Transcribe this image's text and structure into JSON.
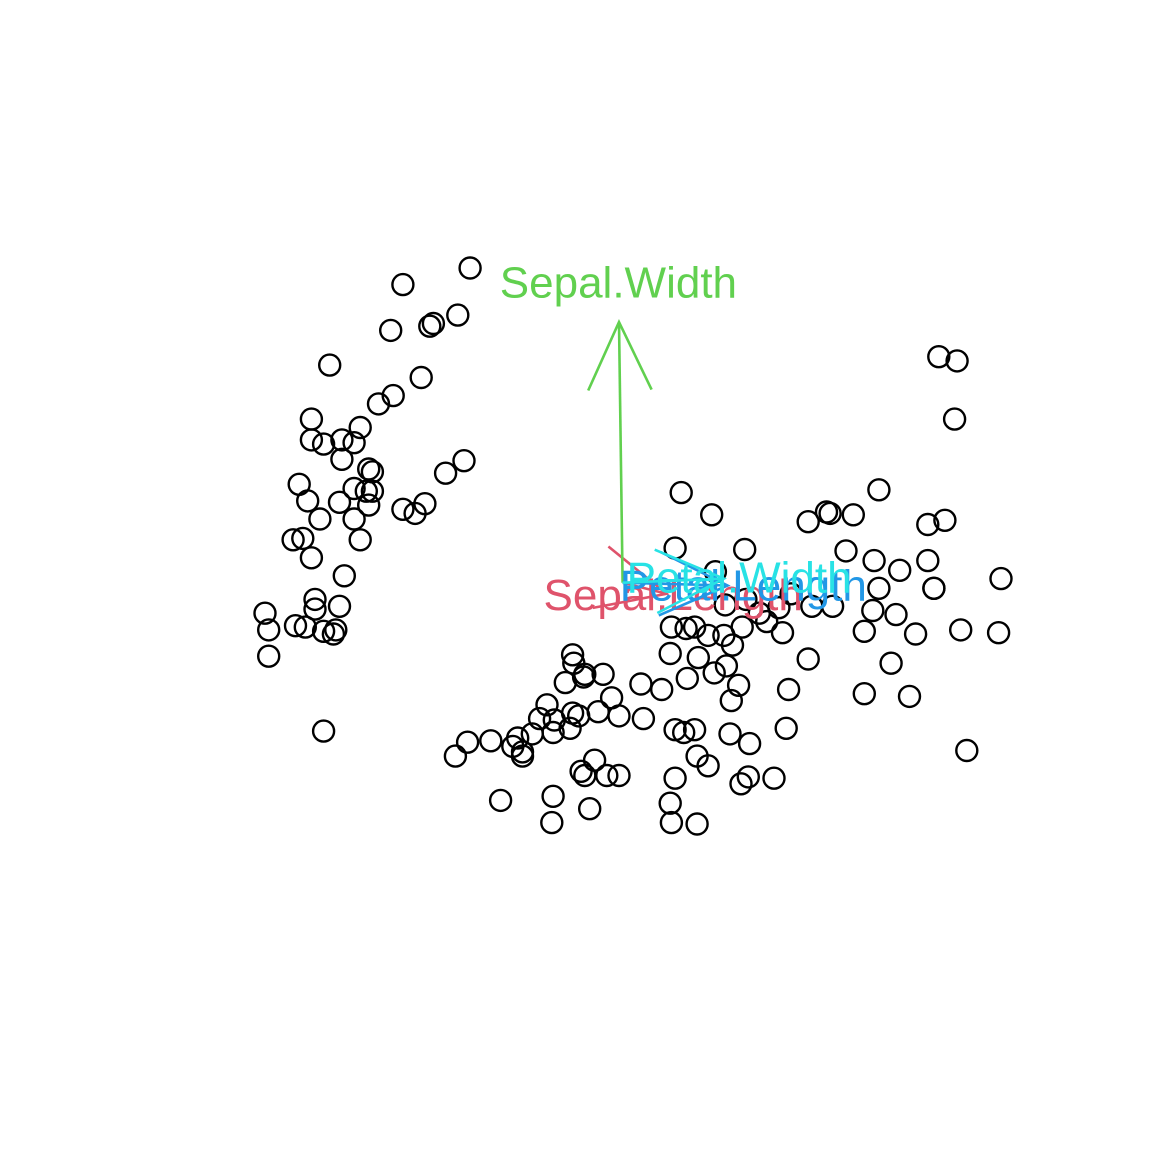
{
  "chart_data": {
    "type": "scatter",
    "title": "",
    "xlabel": "",
    "ylabel": "",
    "xlim": [
      -3.0,
      3.0
    ],
    "ylim": [
      -3.0,
      3.0
    ],
    "grid": false,
    "axes_visible": false,
    "point_color": "#000000",
    "points": [
      [
        -2.93,
        -0.22
      ],
      [
        -2.4,
        1.57
      ],
      [
        -2.15,
        0.31
      ],
      [
        -2.6,
        -0.32
      ],
      [
        -2.1,
        0.66
      ],
      [
        -2.9,
        -0.34
      ],
      [
        -2.7,
        0.31
      ],
      [
        -1.8,
        2.15
      ],
      [
        -1.9,
        1.82
      ],
      [
        -1.65,
        1.48
      ],
      [
        -2.55,
        1.18
      ],
      [
        -2.2,
        0.46
      ],
      [
        -1.8,
        0.53
      ],
      [
        -2.15,
        1.12
      ],
      [
        -2.2,
        1.01
      ],
      [
        -2.48,
        0.46
      ],
      [
        -2.3,
        0.89
      ],
      [
        -1.25,
        2.27
      ],
      [
        -1.55,
        1.87
      ],
      [
        -1.35,
        1.93
      ],
      [
        -2.0,
        1.29
      ],
      [
        -2.3,
        1.03
      ],
      [
        -1.45,
        0.79
      ],
      [
        -1.3,
        0.88
      ],
      [
        -2.65,
        0.71
      ],
      [
        -2.45,
        1.0
      ],
      [
        -2.05,
        0.66
      ],
      [
        -2.55,
        0.18
      ],
      [
        -2.45,
        -0.35
      ],
      [
        -2.52,
        -0.19
      ],
      [
        -2.62,
        0.32
      ],
      [
        -2.32,
        0.58
      ],
      [
        -2.08,
        0.82
      ],
      [
        -2.2,
        0.68
      ],
      [
        -2.05,
        0.8
      ],
      [
        -2.55,
        1.03
      ],
      [
        -2.58,
        0.59
      ],
      [
        -1.7,
        0.5
      ],
      [
        -1.62,
        0.57
      ],
      [
        -2.68,
        -0.31
      ],
      [
        -2.52,
        -0.12
      ],
      [
        -1.88,
        1.35
      ],
      [
        -2.08,
        0.56
      ],
      [
        -2.28,
        0.05
      ],
      [
        -2.32,
        -0.17
      ],
      [
        -2.9,
        -0.53
      ],
      [
        -2.35,
        -0.34
      ],
      [
        -2.37,
        -0.37
      ],
      [
        -1.58,
        1.85
      ],
      [
        -2.45,
        -1.07
      ],
      [
        -1.27,
        -1.15
      ],
      [
        -1.37,
        -1.25
      ],
      [
        -1.0,
        -1.57
      ],
      [
        -0.68,
        -0.98
      ],
      [
        -0.43,
        -1.05
      ],
      [
        -0.2,
        -0.93
      ],
      [
        -0.09,
        -0.83
      ],
      [
        -0.16,
        -0.66
      ],
      [
        -0.03,
        -0.96
      ],
      [
        -0.47,
        -0.72
      ],
      [
        -0.32,
        -0.68
      ],
      [
        -0.31,
        -0.66
      ],
      [
        -0.41,
        -0.52
      ],
      [
        -0.4,
        -0.58
      ],
      [
        -0.41,
        -0.94
      ],
      [
        -0.56,
        -0.99
      ],
      [
        -0.57,
        -1.08
      ],
      [
        -0.62,
        -0.88
      ],
      [
        -0.86,
        -1.12
      ],
      [
        -0.74,
        -1.09
      ],
      [
        -0.9,
        -1.18
      ],
      [
        -0.82,
        -1.25
      ],
      [
        -1.08,
        -1.14
      ],
      [
        -0.82,
        -1.22
      ],
      [
        -0.34,
        -1.36
      ],
      [
        -0.13,
        -1.39
      ],
      [
        -0.27,
        -1.63
      ],
      [
        -0.31,
        -1.39
      ],
      [
        -0.36,
        -0.96
      ],
      [
        -0.57,
        -1.54
      ],
      [
        -0.58,
        -1.73
      ],
      [
        -0.23,
        -1.28
      ],
      [
        -0.03,
        -1.39
      ],
      [
        0.39,
        -1.59
      ],
      [
        0.4,
        -1.73
      ],
      [
        0.61,
        -1.74
      ],
      [
        0.17,
        -0.98
      ],
      [
        0.43,
        -1.06
      ],
      [
        0.5,
        -1.08
      ],
      [
        0.59,
        -1.06
      ],
      [
        0.7,
        -1.32
      ],
      [
        0.97,
        -1.45
      ],
      [
        0.43,
        -1.41
      ],
      [
        1.03,
        -1.4
      ],
      [
        1.24,
        -1.41
      ],
      [
        1.34,
        -1.05
      ],
      [
        0.61,
        -1.25
      ],
      [
        0.88,
        -1.09
      ],
      [
        1.04,
        -1.16
      ],
      [
        0.89,
        -0.85
      ],
      [
        0.15,
        -0.73
      ],
      [
        0.32,
        -0.77
      ],
      [
        0.39,
        -0.51
      ],
      [
        0.53,
        -0.69
      ],
      [
        0.62,
        -0.54
      ],
      [
        0.75,
        -0.65
      ],
      [
        0.85,
        -0.6
      ],
      [
        0.95,
        -0.74
      ],
      [
        1.36,
        -0.77
      ],
      [
        1.52,
        -0.55
      ],
      [
        0.4,
        -0.32
      ],
      [
        0.52,
        -0.33
      ],
      [
        0.59,
        -0.32
      ],
      [
        0.7,
        -0.38
      ],
      [
        0.83,
        -0.38
      ],
      [
        0.9,
        -0.45
      ],
      [
        0.98,
        -0.32
      ],
      [
        1.18,
        -0.28
      ],
      [
        1.31,
        -0.36
      ],
      [
        0.84,
        -0.16
      ],
      [
        1.01,
        -0.12
      ],
      [
        1.12,
        -0.22
      ],
      [
        1.28,
        -0.18
      ],
      [
        1.38,
        -0.08
      ],
      [
        1.55,
        -0.17
      ],
      [
        1.72,
        -0.17
      ],
      [
        1.98,
        -0.35
      ],
      [
        2.05,
        -0.2
      ],
      [
        2.4,
        -0.37
      ],
      [
        2.24,
        -0.23
      ],
      [
        2.1,
        -0.04
      ],
      [
        2.27,
        0.09
      ],
      [
        2.5,
        0.16
      ],
      [
        2.55,
        -0.04
      ],
      [
        2.77,
        -0.34
      ],
      [
        2.1,
        0.67
      ],
      [
        1.7,
        0.5
      ],
      [
        1.89,
        0.49
      ],
      [
        1.52,
        0.44
      ],
      [
        1.67,
        0.51
      ],
      [
        0.48,
        0.65
      ],
      [
        0.73,
        0.49
      ],
      [
        2.5,
        0.42
      ],
      [
        2.64,
        0.45
      ],
      [
        2.55,
        -0.04
      ],
      [
        3.1,
        0.03
      ],
      [
        2.74,
        1.6
      ],
      [
        2.59,
        1.63
      ],
      [
        2.72,
        1.18
      ],
      [
        3.08,
        -0.36
      ],
      [
        2.82,
        -1.21
      ],
      [
        1.98,
        -0.8
      ],
      [
        2.35,
        -0.82
      ],
      [
        2.2,
        -0.58
      ],
      [
        2.06,
        0.16
      ],
      [
        1.0,
        0.24
      ],
      [
        0.76,
        0.08
      ],
      [
        0.43,
        0.25
      ],
      [
        1.83,
        0.23
      ]
    ],
    "biplot_vectors": [
      {
        "name": "Sepal.Length",
        "x": 0.36,
        "y": -0.08,
        "color": "#DF536B"
      },
      {
        "name": "Sepal.Width",
        "x": -0.03,
        "y": 1.88,
        "color": "#61D04F"
      },
      {
        "name": "Petal.Length",
        "x": 0.86,
        "y": -0.02,
        "color": "#2297E6"
      },
      {
        "name": "Petal.Width",
        "x": 0.83,
        "y": 0.03,
        "color": "#28E2E5"
      }
    ]
  }
}
